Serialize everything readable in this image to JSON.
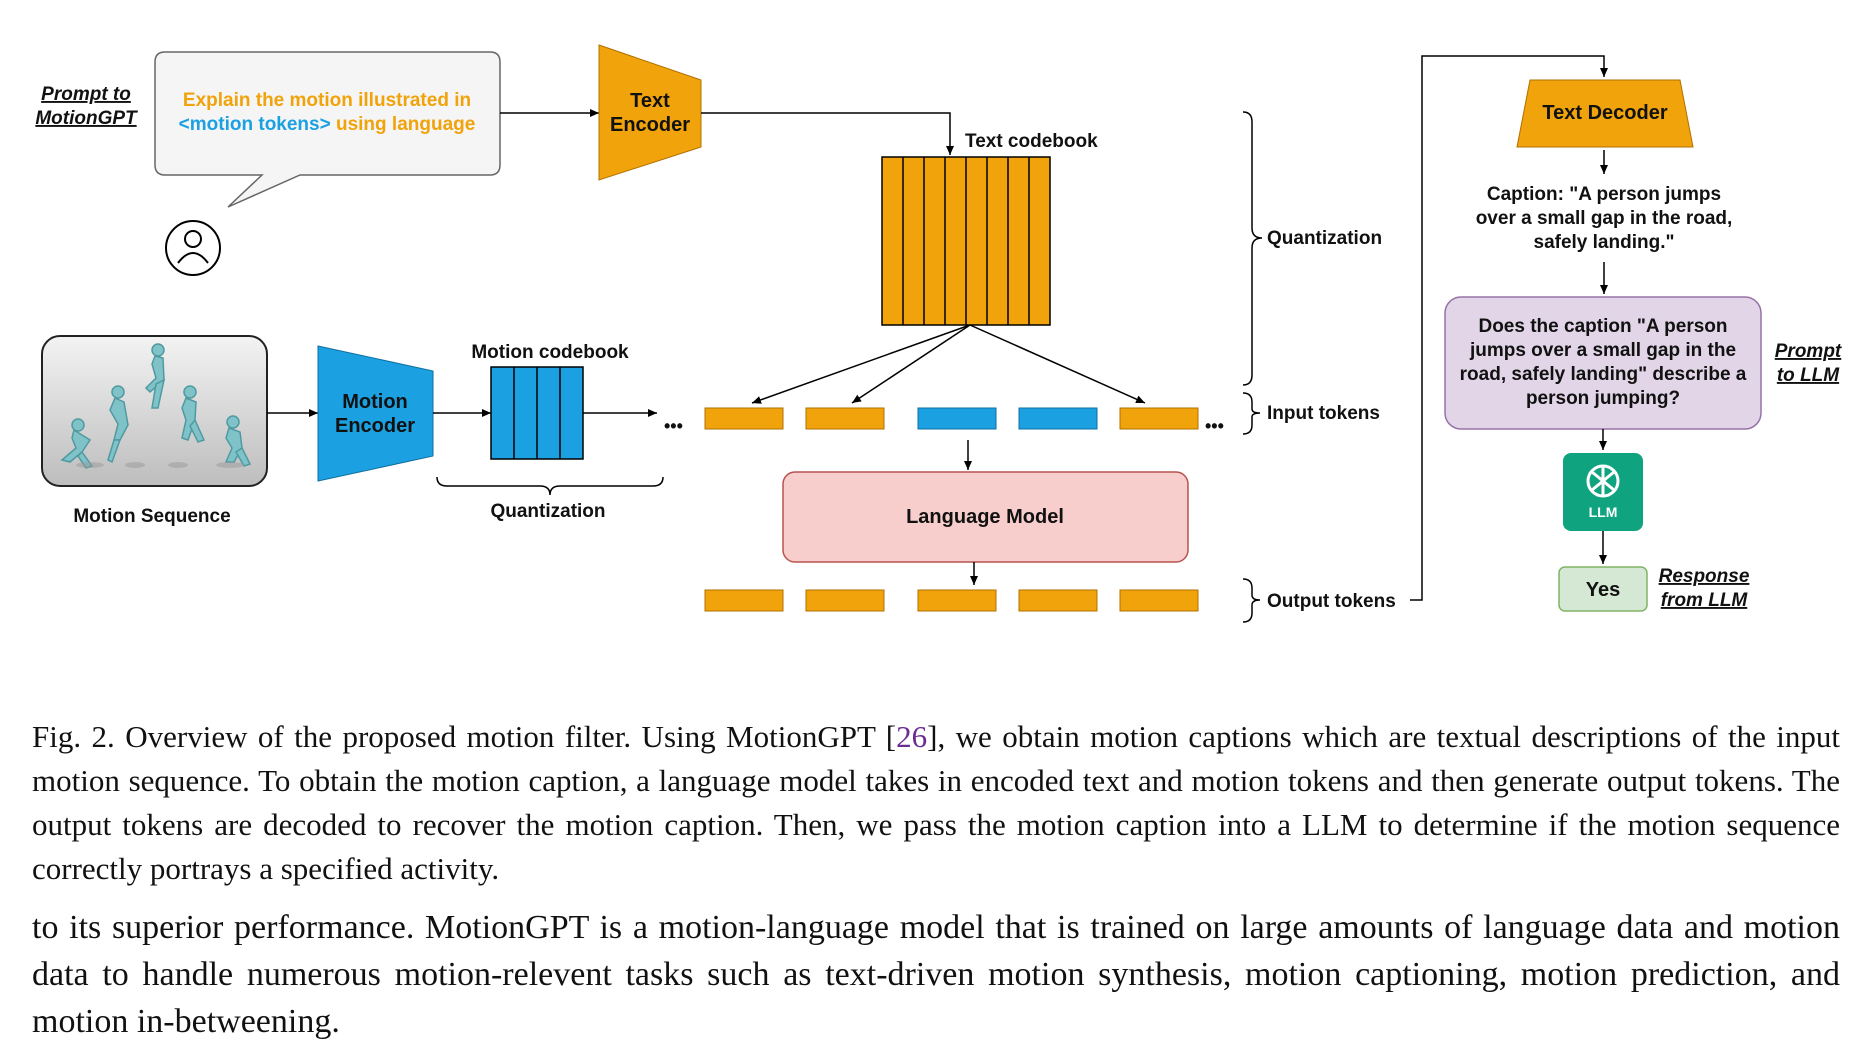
{
  "figure": {
    "prompt_label": [
      "Prompt to",
      "MotionGPT"
    ],
    "speech_bubble": {
      "line1": "Explain the motion illustrated in",
      "line2_token": "<motion tokens>",
      "line2_rest": " using language"
    },
    "text_encoder": [
      "Text",
      "Encoder"
    ],
    "text_codebook": "Text codebook",
    "quantization_top": "Quantization",
    "motion_sequence": "Motion Sequence",
    "motion_encoder": [
      "Motion",
      "Encoder"
    ],
    "motion_codebook": "Motion codebook",
    "quantization_bottom": "Quantization",
    "input_tokens": "Input tokens",
    "output_tokens": "Output tokens",
    "language_model": "Language Model",
    "ellipsis": "•••",
    "text_decoder": "Text Decoder",
    "caption_output": [
      "Caption: \"A person jumps",
      "over a small gap in the road,",
      "safely landing.\""
    ],
    "llm_question": [
      "Does the caption \"A person",
      "jumps over a small gap in the",
      "road, safely landing\" describe a",
      "person jumping?"
    ],
    "prompt_to_llm": [
      "Prompt",
      "to LLM"
    ],
    "llm_icon_label": "LLM",
    "response": "Yes",
    "response_label": [
      "Response",
      "from LLM"
    ]
  },
  "caption": {
    "prefix": "Fig. 2. Overview of the proposed motion filter. Using MotionGPT [",
    "ref": "26",
    "suffix": "], we obtain motion captions which are textual descriptions of the input motion sequence. To obtain the motion caption, a language model takes in encoded text and motion tokens and then generate output tokens. The output tokens are decoded to recover the motion caption. Then, we pass the motion caption into a LLM to determine if the motion sequence correctly portrays a specified activity."
  },
  "body": {
    "paragraph": "to its superior performance. MotionGPT is a motion-language model that is trained on large amounts of language data and motion data to handle numerous motion-relevent tasks such as text-driven motion synthesis, motion captioning, motion prediction, and motion in-betweening."
  },
  "colors": {
    "orange": "#f0a30a",
    "blue": "#1ba1e2",
    "pink": "#f8cecc",
    "purple": "#e1d5e7",
    "green_box": "#d5e8d4",
    "llm_green": "#10a37f",
    "prompt_orange": "#f0a30a",
    "prompt_blue": "#1ba1e2",
    "citation": "#6a2c91"
  },
  "icons": [
    "user-avatar-icon",
    "openai-llm-icon",
    "motion-figure-image"
  ]
}
